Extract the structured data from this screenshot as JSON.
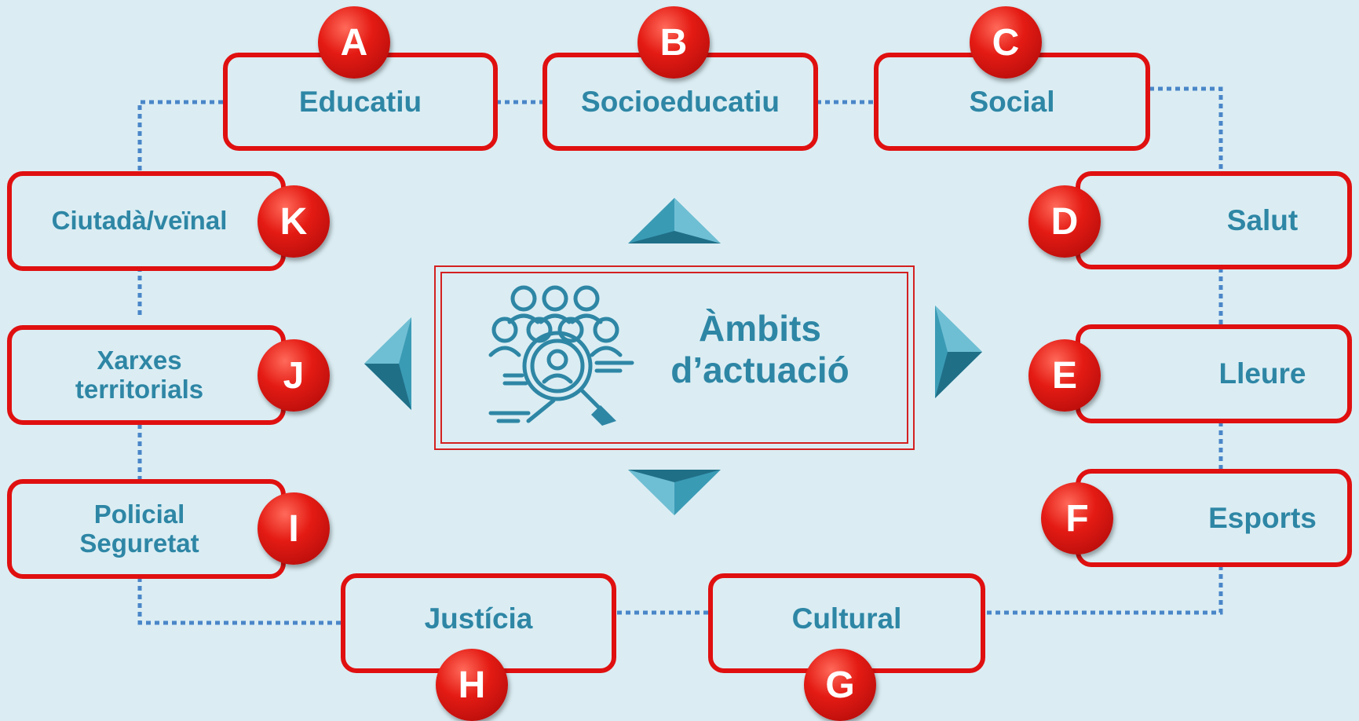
{
  "center": {
    "title_line1": "Àmbits",
    "title_line2": "d’actuació",
    "icon": "people-search-icon"
  },
  "areas": {
    "A": {
      "letter": "A",
      "label": "Educatiu"
    },
    "B": {
      "letter": "B",
      "label": "Socioeducatiu"
    },
    "C": {
      "letter": "C",
      "label": "Social"
    },
    "D": {
      "letter": "D",
      "label": "Salut"
    },
    "E": {
      "letter": "E",
      "label": "Lleure"
    },
    "F": {
      "letter": "F",
      "label": "Esports"
    },
    "G": {
      "letter": "G",
      "label": "Cultural"
    },
    "H": {
      "letter": "H",
      "label": "Justícia"
    },
    "I": {
      "letter": "I",
      "label_line1": "Policial",
      "label_line2": "Seguretat"
    },
    "J": {
      "letter": "J",
      "label_line1": "Xarxes",
      "label_line2": "territorials"
    },
    "K": {
      "letter": "K",
      "label": "Ciutadà/veïnal"
    }
  },
  "colors": {
    "background": "#dbedf3",
    "box_border": "#e01010",
    "text": "#2e86a5",
    "badge": "#e41b14",
    "arrow": "#3a9bb5",
    "connector": "#4a86c8"
  }
}
